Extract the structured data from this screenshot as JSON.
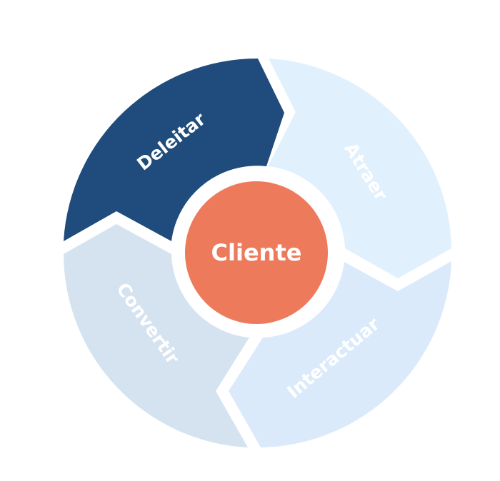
{
  "center": {
    "label": "Cliente",
    "color": "#ee7a5c"
  },
  "segments": [
    {
      "label": "Deleitar",
      "color": "#1f4c7c"
    },
    {
      "label": "Atraer",
      "color": "#e1f0fd"
    },
    {
      "label": "Interactuar",
      "color": "#dbeafb"
    },
    {
      "label": "Convertir",
      "color": "#d5e3f1"
    }
  ]
}
